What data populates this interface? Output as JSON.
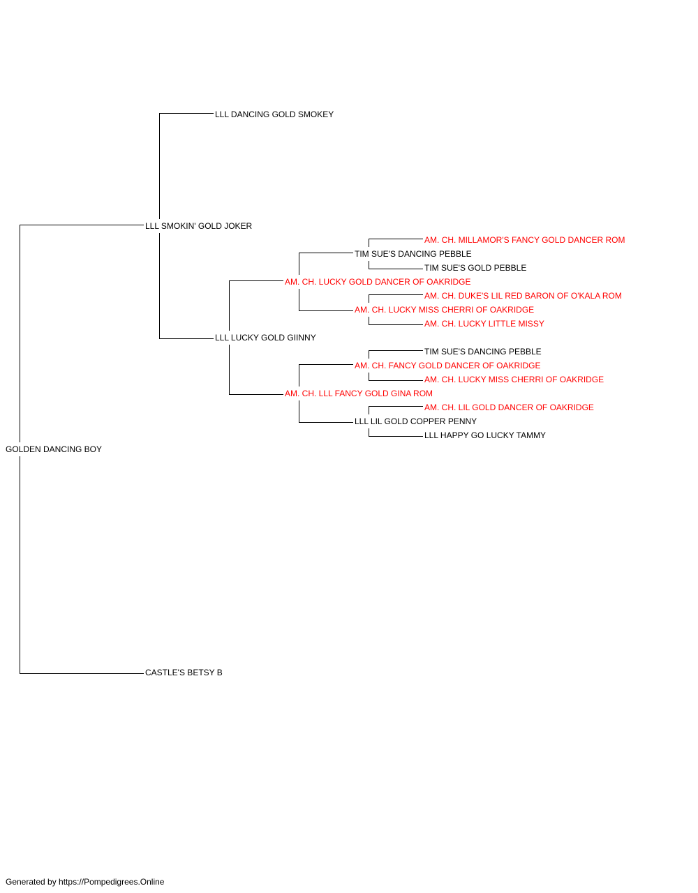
{
  "colors": {
    "regular": "#000000",
    "champion": "#ff0000",
    "line": "#000000"
  },
  "pedigree": {
    "subject": {
      "name": "GOLDEN DANCING BOY",
      "champion": false
    },
    "sire": {
      "name": "LLL SMOKIN' GOLD JOKER",
      "champion": false
    },
    "dam": {
      "name": "CASTLE'S BETSY B",
      "champion": false
    },
    "sire_sire": {
      "name": "LLL DANCING GOLD SMOKEY",
      "champion": false
    },
    "sire_dam": {
      "name": "LLL LUCKY GOLD GIINNY",
      "champion": false
    },
    "sire_dam_sire": {
      "name": "AM. CH. LUCKY GOLD DANCER OF OAKRIDGE",
      "champion": true
    },
    "sire_dam_dam": {
      "name": "AM. CH. LLL FANCY GOLD GINA ROM",
      "champion": true
    },
    "sdss": {
      "name": "TIM SUE'S DANCING PEBBLE",
      "champion": false
    },
    "sdsd": {
      "name": "AM. CH. LUCKY MISS CHERRI OF OAKRIDGE",
      "champion": true
    },
    "sdds": {
      "name": "AM. CH. FANCY GOLD DANCER OF OAKRIDGE",
      "champion": true
    },
    "sddd": {
      "name": "LLL LIL GOLD COPPER PENNY",
      "champion": false
    },
    "sdsss": {
      "name": "AM. CH. MILLAMOR'S FANCY GOLD DANCER ROM",
      "champion": true
    },
    "sdssd": {
      "name": "TIM SUE'S GOLD PEBBLE",
      "champion": false
    },
    "sdsds": {
      "name": "AM. CH. DUKE'S LIL RED BARON OF O'KALA ROM",
      "champion": true
    },
    "sdsdd": {
      "name": "AM. CH. LUCKY LITTLE MISSY",
      "champion": true
    },
    "sddss": {
      "name": "TIM SUE'S DANCING PEBBLE",
      "champion": false
    },
    "sddsd": {
      "name": "AM. CH. LUCKY MISS CHERRI OF OAKRIDGE",
      "champion": true
    },
    "sddds": {
      "name": "AM. CH. LIL GOLD DANCER OF OAKRIDGE",
      "champion": true
    },
    "sdddd": {
      "name": "LLL HAPPY GO LUCKY TAMMY",
      "champion": false
    }
  },
  "footer": {
    "text": "Generated by https://Pompedigrees.Online"
  }
}
